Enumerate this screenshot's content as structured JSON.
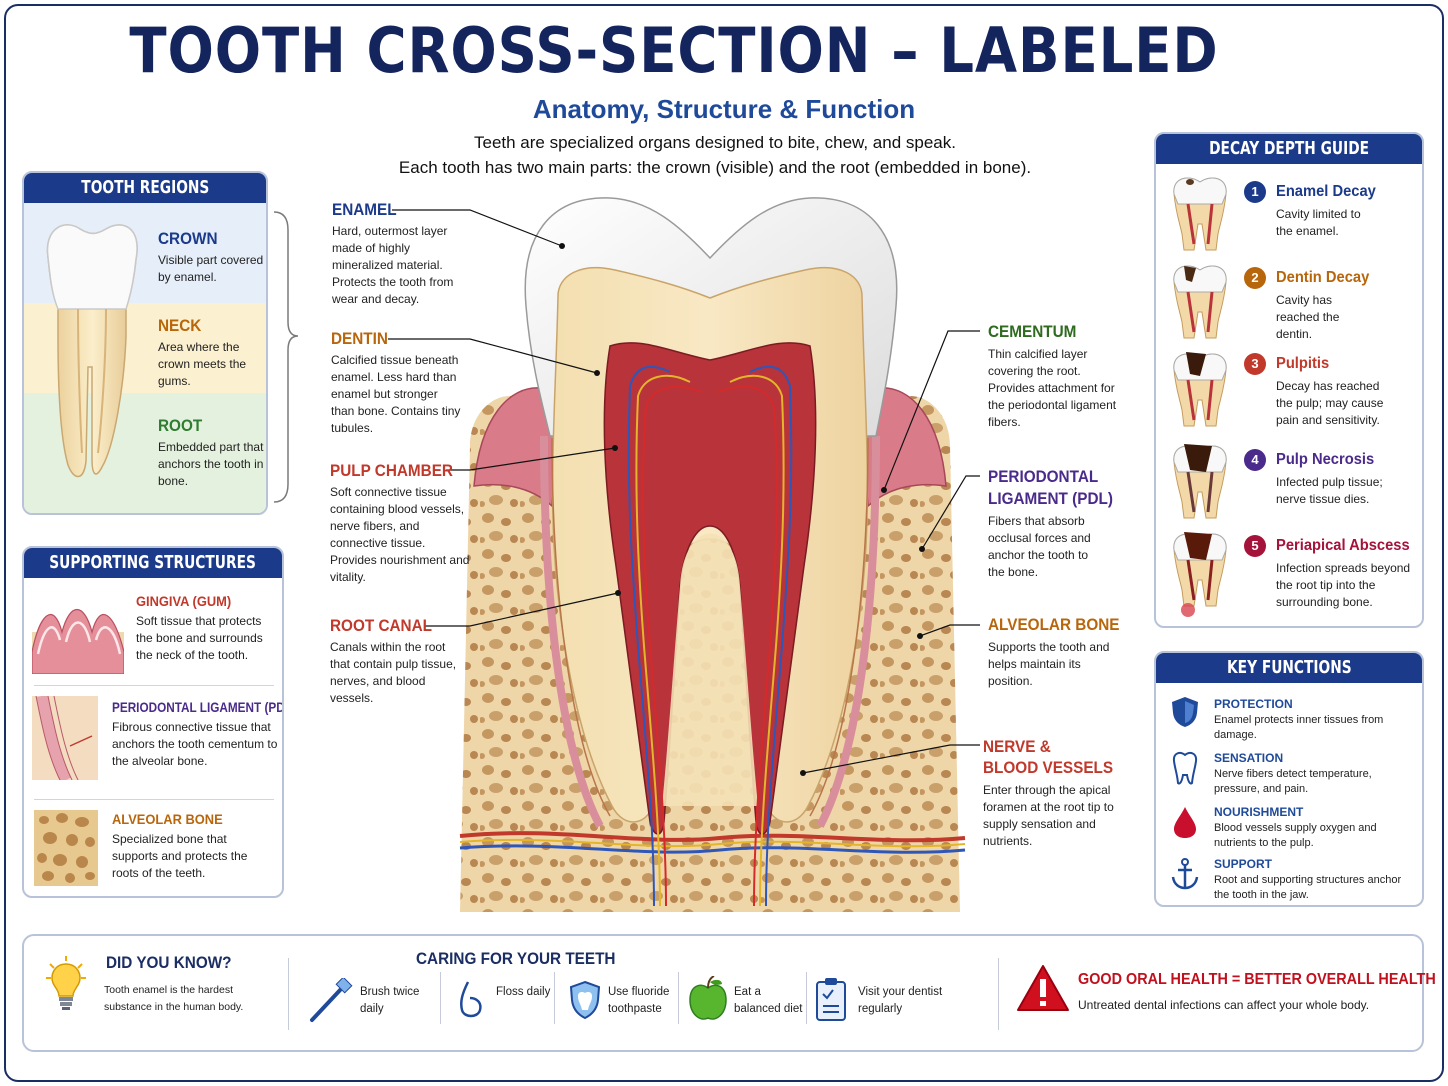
{
  "header": {
    "title": "TOOTH CROSS-SECTION – LABELED",
    "subtitle": "Anatomy, Structure & Function",
    "intro_line1": "Teeth are specialized organs designed to bite, chew, and speak.",
    "intro_line2": "Each tooth has two main parts: the crown (visible) and the root (embedded in bone)."
  },
  "regions": {
    "heading": "TOOTH REGIONS",
    "items": [
      {
        "title": "CROWN",
        "text": "Visible part covered by enamel.",
        "color": "#1b3a8a"
      },
      {
        "title": "NECK",
        "text": "Area where the crown meets the gums.",
        "color": "#b8660c"
      },
      {
        "title": "ROOT",
        "text": "Embedded part that anchors the tooth in bone.",
        "color": "#2e7d32"
      }
    ]
  },
  "supporting": {
    "heading": "SUPPORTING STRUCTURES",
    "items": [
      {
        "title": "GINGIVA (GUM)",
        "text": "Soft tissue that protects the bone and surrounds the neck of the tooth.",
        "color": "#c0392b"
      },
      {
        "title": "PERIODONTAL LIGAMENT (PDL)",
        "text": "Fibrous connective tissue that anchors the tooth cementum to the alveolar bone.",
        "color": "#4a2a8a"
      },
      {
        "title": "ALVEOLAR BONE",
        "text": "Specialized bone that supports and protects the roots of the teeth.",
        "color": "#b8660c"
      }
    ]
  },
  "labels": {
    "enamel": {
      "title": "ENAMEL",
      "text": "Hard, outermost layer made of highly mineralized material. Protects the tooth from wear and decay.",
      "color": "#1b3a8a"
    },
    "dentin": {
      "title": "DENTIN",
      "text": "Calcified tissue beneath enamel. Less hard than enamel but stronger than bone. Contains tiny tubules.",
      "color": "#b8660c"
    },
    "pulp": {
      "title": "PULP CHAMBER",
      "text": "Soft connective tissue containing blood vessels, nerve fibers, and connective tissue. Provides nourishment and vitality.",
      "color": "#c0392b"
    },
    "canal": {
      "title": "ROOT CANAL",
      "text": "Canals within the root that contain pulp tissue, nerves, and blood vessels.",
      "color": "#c0392b"
    },
    "cementum": {
      "title": "CEMENTUM",
      "text": "Thin calcified layer covering the root. Provides attachment for the periodontal ligament fibers.",
      "color": "#2e6b1f"
    },
    "pdl": {
      "title": "PERIODONTAL LIGAMENT (PDL)",
      "text": "Fibers that absorb occlusal forces and anchor the tooth to the bone.",
      "color": "#4a2a8a"
    },
    "bone": {
      "title": "ALVEOLAR BONE",
      "text": "Supports the tooth and helps maintain its position.",
      "color": "#b8660c"
    },
    "nerves": {
      "title_line1": "NERVE &",
      "title_line2": "BLOOD VESSELS",
      "text": "Enter through the apical foramen at the root tip to supply sensation and nutrients.",
      "color": "#c0392b"
    }
  },
  "decay": {
    "heading": "DECAY DEPTH GUIDE",
    "items": [
      {
        "num": "1",
        "title": "Enamel Decay",
        "text": "Cavity limited to the enamel.",
        "color": "#1b3a8a"
      },
      {
        "num": "2",
        "title": "Dentin Decay",
        "text": "Cavity has reached the dentin.",
        "color": "#b8660c"
      },
      {
        "num": "3",
        "title": "Pulpitis",
        "text": "Decay has reached the pulp; may cause pain and sensitivity.",
        "color": "#c0392b"
      },
      {
        "num": "4",
        "title": "Pulp Necrosis",
        "text": "Infected pulp tissue; nerve tissue dies.",
        "color": "#4a2a8a"
      },
      {
        "num": "5",
        "title": "Periapical Abscess",
        "text": "Infection spreads beyond the root tip into the surrounding bone.",
        "color": "#a5123a"
      }
    ]
  },
  "functions": {
    "heading": "KEY FUNCTIONS",
    "items": [
      {
        "title": "PROTECTION",
        "text": "Enamel protects inner tissues from damage.",
        "icon": "shield-icon"
      },
      {
        "title": "SENSATION",
        "text": "Nerve fibers detect temperature, pressure, and pain.",
        "icon": "tooth-icon"
      },
      {
        "title": "NOURISHMENT",
        "text": "Blood vessels supply oxygen and nutrients to the pulp.",
        "icon": "blood-drop-icon"
      },
      {
        "title": "SUPPORT",
        "text": "Root and supporting structures anchor the tooth in the jaw.",
        "icon": "anchor-icon"
      }
    ]
  },
  "bottom": {
    "did_you_know_title": "DID YOU KNOW?",
    "did_you_know_text": "Tooth enamel is the hardest substance in the human body.",
    "caring_title": "CARING FOR YOUR TEETH",
    "care_items": [
      {
        "text": "Brush twice daily",
        "icon": "toothbrush-icon"
      },
      {
        "text": "Floss daily",
        "icon": "floss-icon"
      },
      {
        "text": "Use fluoride toothpaste",
        "icon": "fluoride-shield-icon"
      },
      {
        "text": "Eat a balanced diet",
        "icon": "apple-icon"
      },
      {
        "text": "Visit your dentist regularly",
        "icon": "clipboard-icon"
      }
    ],
    "health_title": "GOOD ORAL HEALTH = BETTER OVERALL HEALTH",
    "health_text": "Untreated dental infections can affect your whole body."
  },
  "colors": {
    "navy": "#1b3a8a",
    "title": "#14245c",
    "enamel": "#f4f4f2",
    "dentin": "#f1d9a6",
    "pulp": "#b8333a",
    "gum": "#d77a86",
    "bone": "#ecd2a3"
  }
}
